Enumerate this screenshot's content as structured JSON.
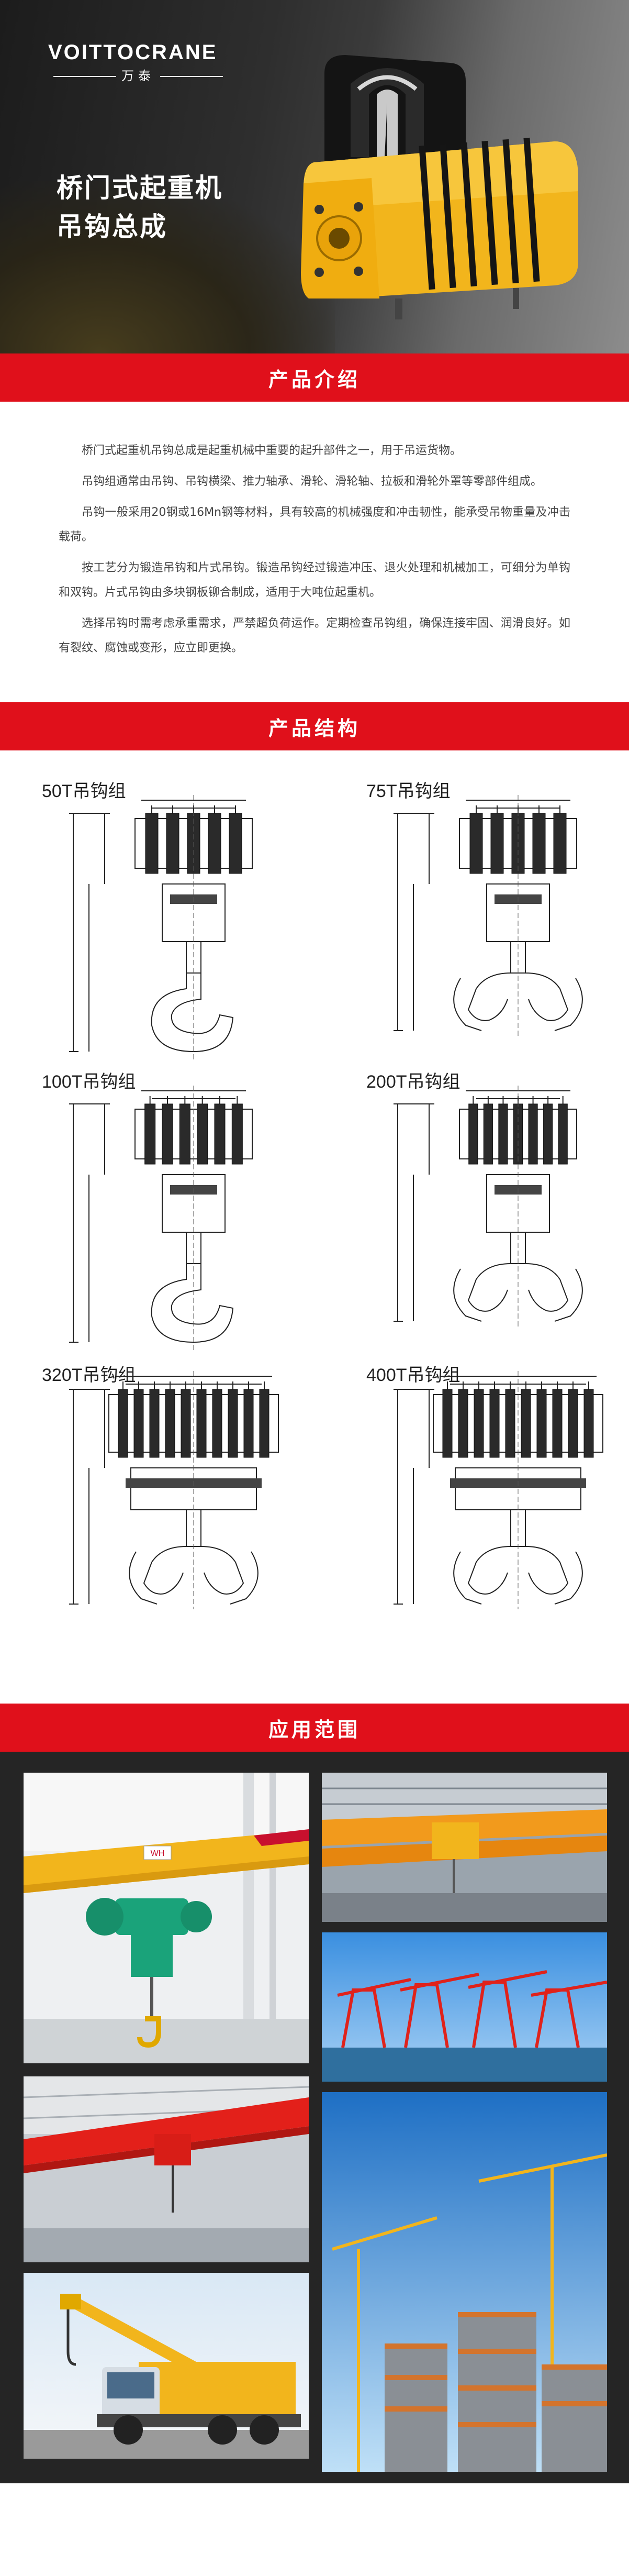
{
  "hero": {
    "logo_text": "VOITTOCRANE",
    "logo_sub": "万泰",
    "title_line1": "桥门式起重机",
    "title_line2": "吊钩总成"
  },
  "sections": {
    "intro": "产品介绍",
    "structure": "产品结构",
    "application": "应用范围"
  },
  "intro": {
    "paragraphs": [
      "桥门式起重机吊钩总成是起重机械中重要的起升部件之一，用于吊运货物。",
      "吊钩组通常由吊钩、吊钩横梁、推力轴承、滑轮、滑轮轴、拉板和滑轮外罩等零部件组成。",
      "吊钩一般采用20钢或16Mn钢等材料，具有较高的机械强度和冲击韧性，能承受吊物重量及冲击载荷。",
      "按工艺分为锻造吊钩和片式吊钩。锻造吊钩经过锻造冲压、退火处理和机械加工，可细分为单钩和双钩。片式吊钩由多块钢板铆合制成，适用于大吨位起重机。",
      "选择吊钩时需考虑承重需求，严禁超负荷运作。定期检查吊钩组，确保连接牢固、润滑良好。如有裂纹、腐蚀或变形，应立即更换。"
    ]
  },
  "structure": {
    "diagrams": [
      {
        "label": "50T吊钩组"
      },
      {
        "label": "75T吊钩组"
      },
      {
        "label": "100T吊钩组"
      },
      {
        "label": "200T吊钩组"
      },
      {
        "label": "320T吊钩组"
      },
      {
        "label": "400T吊钩组"
      }
    ]
  },
  "photos": {
    "p1": {
      "badge": "WH"
    }
  },
  "colors": {
    "accent_red": "#e0101b",
    "crane_yellow": "#f2b51c",
    "dark_bg": "#252525"
  }
}
